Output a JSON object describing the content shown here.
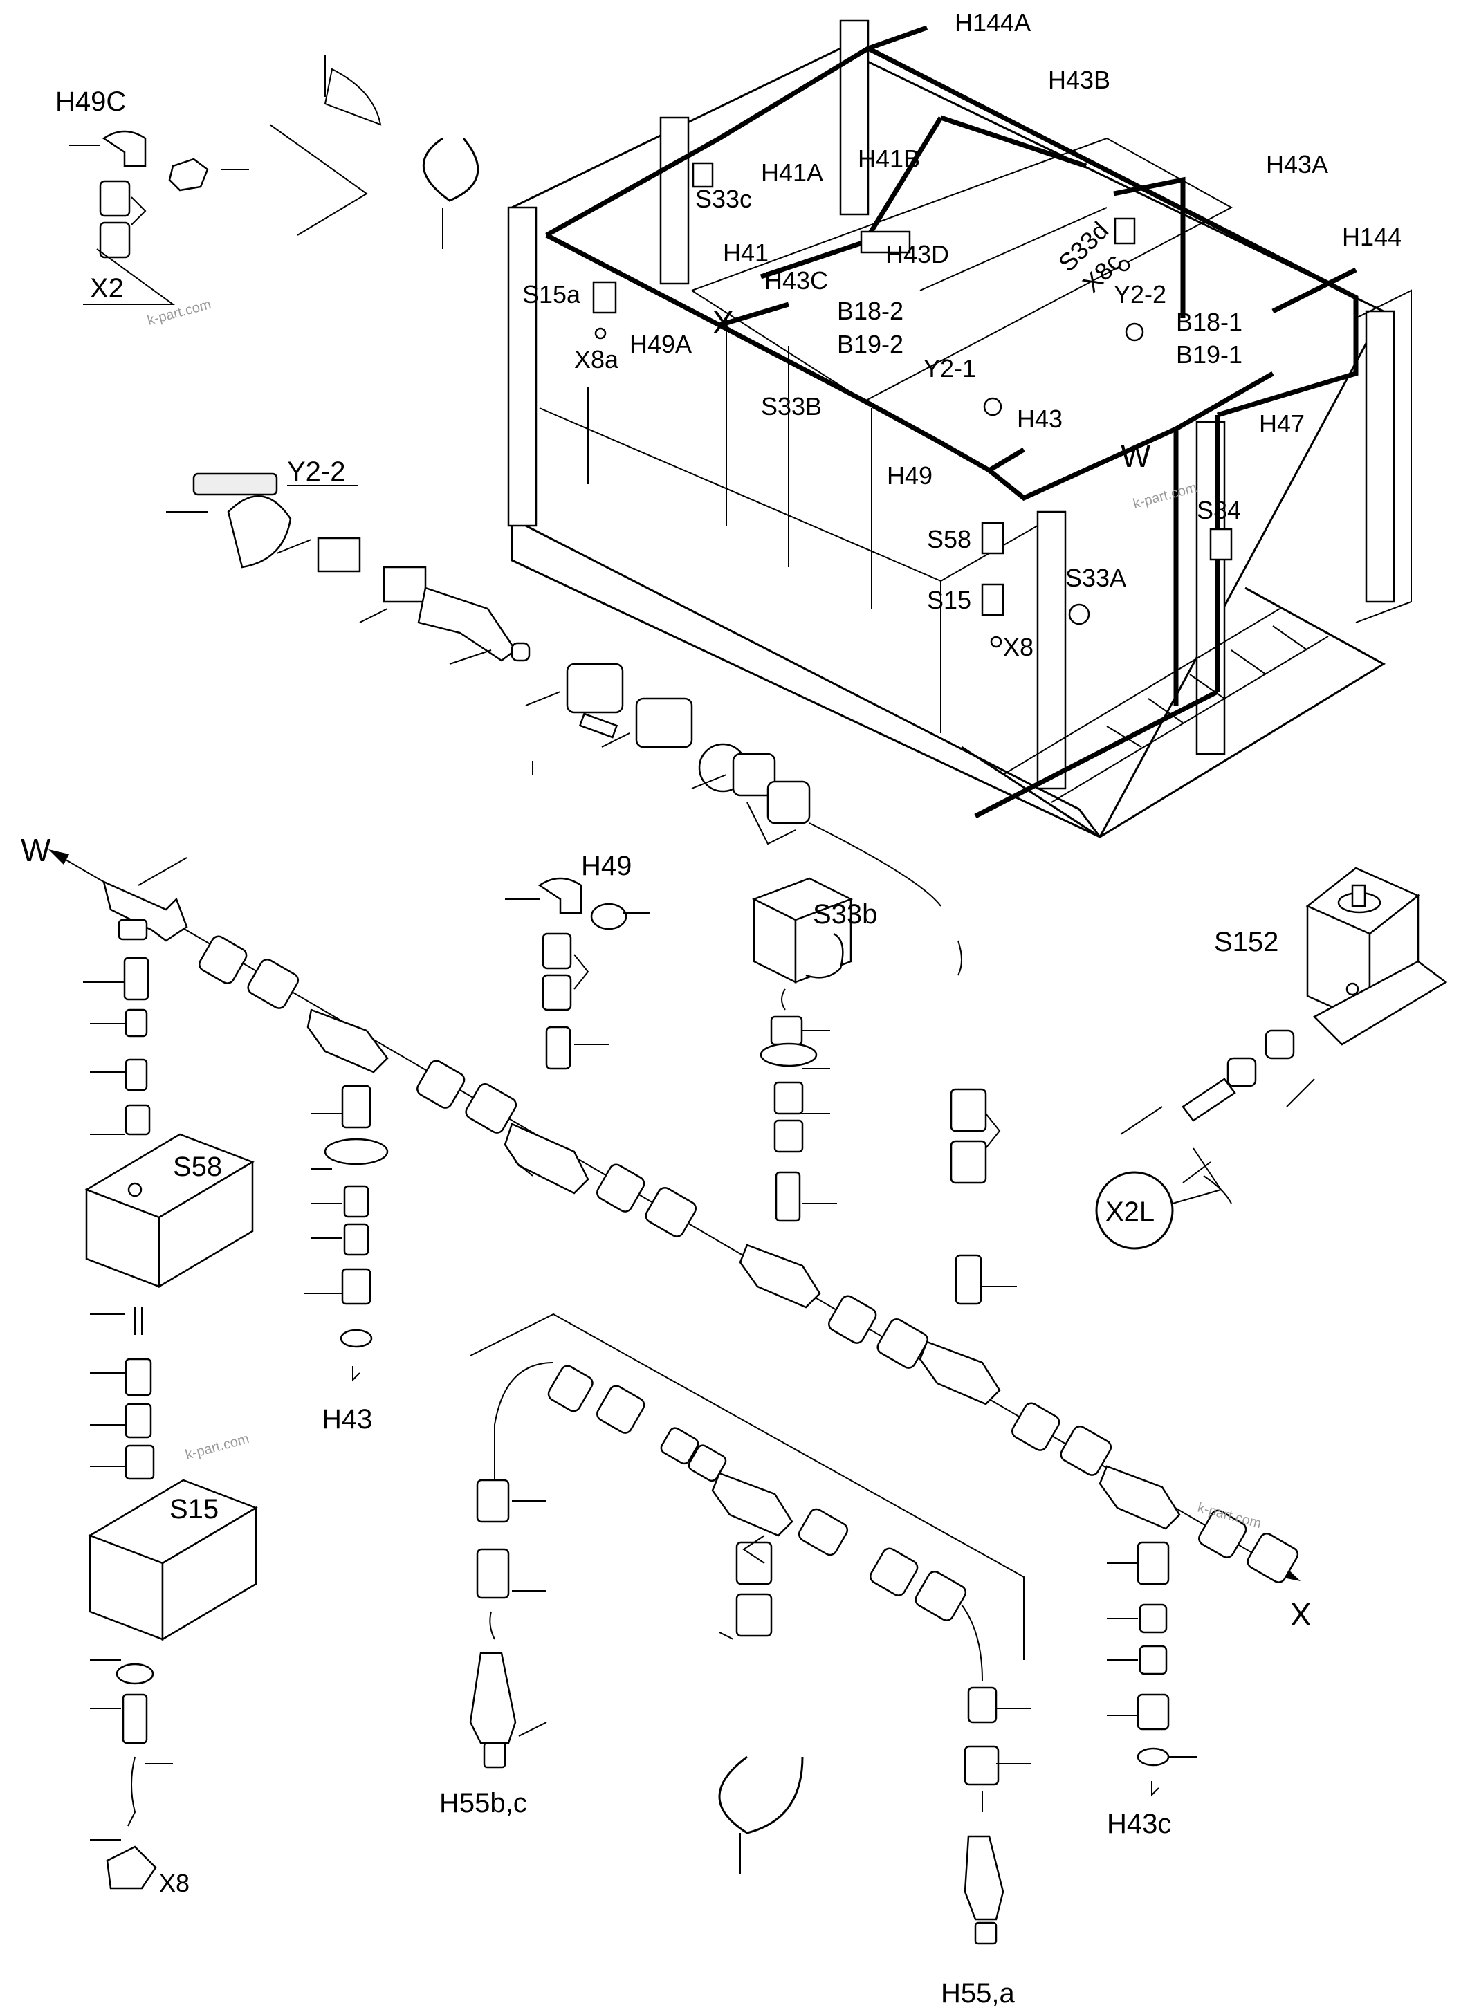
{
  "labels": {
    "h49c": "H49C",
    "x2": "X2",
    "h144a": "H144A",
    "h43b": "H43B",
    "h41a": "H41A",
    "h41b": "H41B",
    "s33c": "S33c",
    "h43a": "H43A",
    "h144": "H144",
    "s33d": "S33d",
    "x8c": "X8c",
    "h41": "H41",
    "h43d": "H43D",
    "s15a": "S15a",
    "h43c_top": "H43C",
    "y2_2_top": "Y2-2",
    "b18_2": "B18-2",
    "b18_1": "B18-1",
    "x_top": "X",
    "h49a": "H49A",
    "b19_2": "B19-2",
    "b19_1": "B19-1",
    "x8a": "X8a",
    "y2_1": "Y2-1",
    "s33b_top": "S33B",
    "h47": "H47",
    "h43_top": "H43",
    "y2_2_left": "Y2-2",
    "w_top": "W",
    "h49_mid": "H49",
    "s84": "S84",
    "s58_top": "S58",
    "s33a": "S33A",
    "s15_top": "S15",
    "x8_top": "X8",
    "w_left": "W",
    "h49_center": "H49",
    "s33b_box": "S33b",
    "s152": "S152",
    "s58_box": "S58",
    "x2l": "X2L",
    "h43_left": "H43",
    "s15_box": "S15",
    "x_right": "X",
    "h55bc": "H55b,c",
    "h43c_bottom": "H43c",
    "x8_bottom": "X8",
    "h55a": "H55,a"
  },
  "watermarks": [
    "k-part.com",
    "k-part.com",
    "k-part.com",
    "k-part.com"
  ]
}
